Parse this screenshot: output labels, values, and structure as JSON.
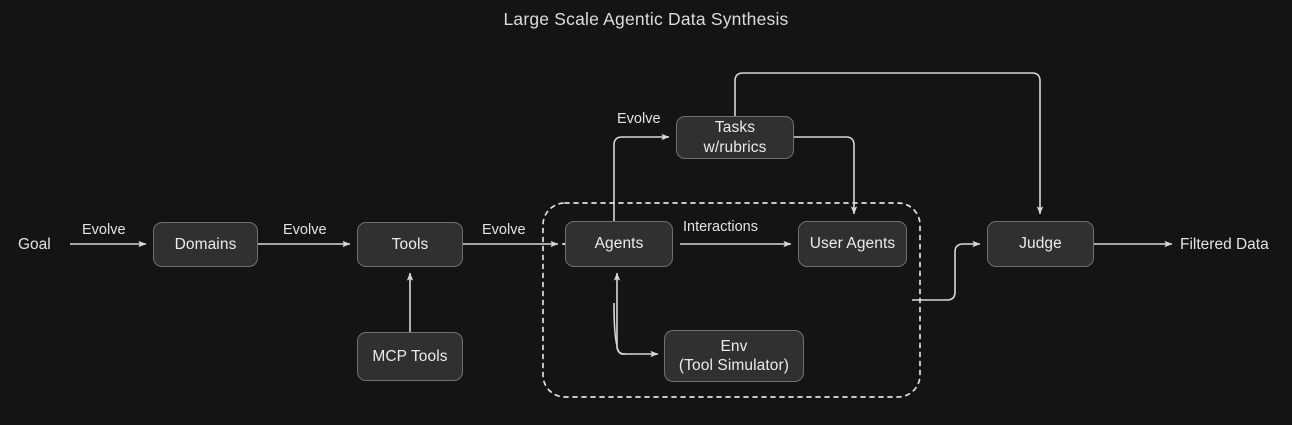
{
  "title": "Large Scale Agentic Data Synthesis",
  "colors": {
    "background": "#141414",
    "node_fill": "#2f3031",
    "node_border": "#6f7072",
    "text": "#ebebeb",
    "edge": "#d8d8d8",
    "group_border": "#e0e0e0"
  },
  "diagram": {
    "type": "flowchart",
    "nodes": [
      {
        "id": "goal",
        "label": "Goal",
        "shape": "text"
      },
      {
        "id": "domains",
        "label": "Domains",
        "shape": "box"
      },
      {
        "id": "tools",
        "label": "Tools",
        "shape": "box"
      },
      {
        "id": "mcp_tools",
        "label": "MCP Tools",
        "shape": "box"
      },
      {
        "id": "tasks",
        "label": "Tasks\nw/rubrics",
        "shape": "box"
      },
      {
        "id": "agents",
        "label": "Agents",
        "shape": "box"
      },
      {
        "id": "user_agents",
        "label": "User Agents",
        "shape": "box"
      },
      {
        "id": "env",
        "label": "Env\n(Tool Simulator)",
        "shape": "box"
      },
      {
        "id": "judge",
        "label": "Judge",
        "shape": "box"
      },
      {
        "id": "filtered",
        "label": "Filtered Data",
        "shape": "text"
      }
    ],
    "groups": [
      {
        "id": "interaction_group",
        "label": "",
        "style": "dashed"
      }
    ],
    "edges": [
      {
        "from": "goal",
        "to": "domains",
        "label": "Evolve"
      },
      {
        "from": "domains",
        "to": "tools",
        "label": "Evolve"
      },
      {
        "from": "mcp_tools",
        "to": "tools",
        "label": ""
      },
      {
        "from": "tools",
        "to": "agents",
        "label": "Evolve"
      },
      {
        "from": "agents",
        "to": "tasks",
        "label": "Evolve"
      },
      {
        "from": "tasks",
        "to": "user_agents",
        "label": ""
      },
      {
        "from": "tasks",
        "to": "judge",
        "label": ""
      },
      {
        "from": "agents",
        "to": "user_agents",
        "label": "Interactions",
        "bidirectional": true
      },
      {
        "from": "agents",
        "to": "env",
        "label": "",
        "bidirectional": true
      },
      {
        "from": "user_agents",
        "to": "judge",
        "label": ""
      },
      {
        "from": "judge",
        "to": "filtered",
        "label": ""
      }
    ],
    "edge_labels": {
      "goal_domains": "Evolve",
      "domains_tools": "Evolve",
      "tools_agents": "Evolve",
      "agents_tasks": "Evolve",
      "agents_user_agents": "Interactions"
    }
  }
}
